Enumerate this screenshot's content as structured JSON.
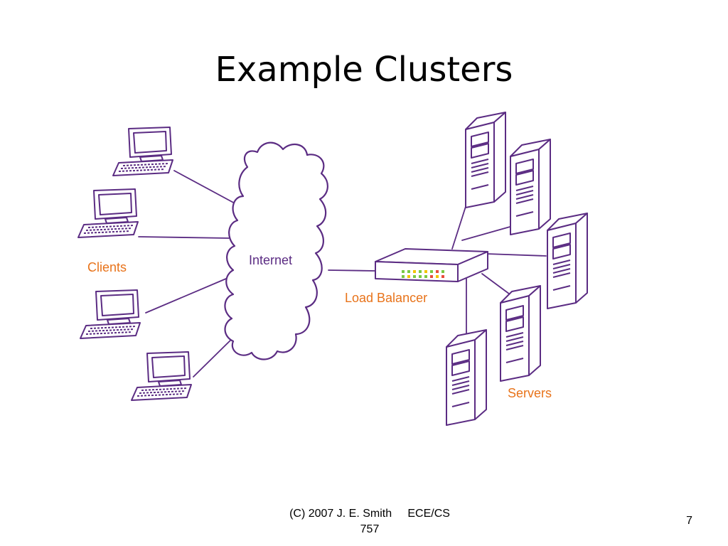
{
  "slide": {
    "title": "Example Clusters",
    "page_number": "7"
  },
  "diagram": {
    "labels": {
      "clients": "Clients",
      "internet": "Internet",
      "load_balancer": "Load Balancer",
      "servers": "Servers"
    },
    "colors": {
      "outline": "#5b2c83",
      "label": "#e8731a",
      "led_green": "#7ac943",
      "led_yellow": "#f2c500",
      "led_red": "#e84c3d"
    }
  },
  "footer": {
    "line1": "(C) 2007 J. E. Smith     ECE/CS",
    "line2": "757"
  }
}
